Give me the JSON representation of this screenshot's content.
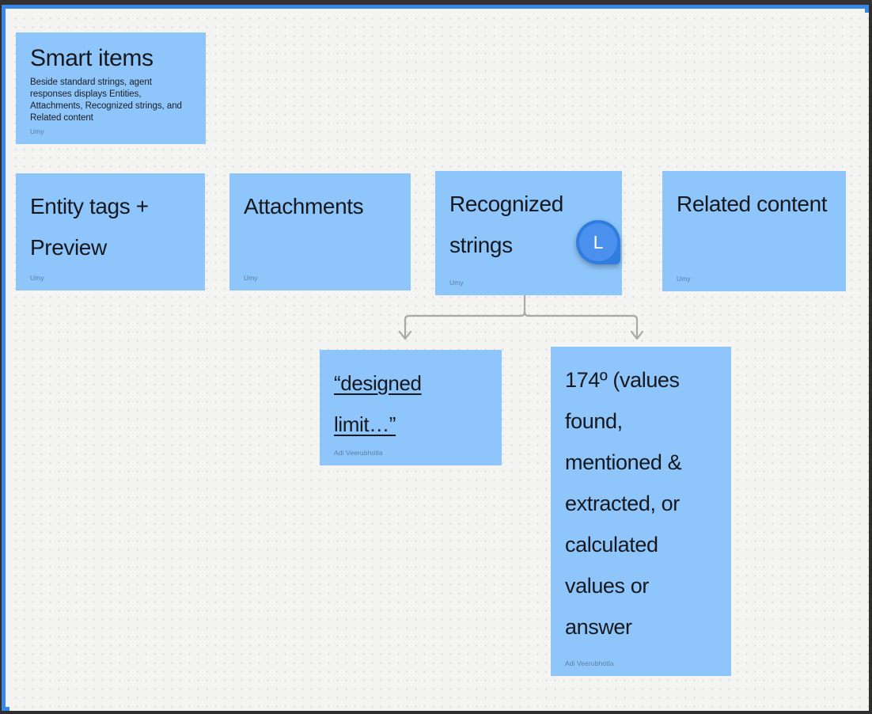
{
  "app": {
    "canvas_background": "#f4f4f3",
    "dot_grid_color": "#dcdcdc",
    "focus_border_color": "#3b87e8",
    "card_color": "#8ec5fa",
    "card_text_color": "#16181d",
    "author_text_color": "#5c7ea4"
  },
  "cards": [
    {
      "id": "smart-items",
      "title": "Smart items",
      "subtitle": "Beside standard strings, agent responses displays Entities, Attachments, Recognized strings, and Related content",
      "author": "Umy"
    },
    {
      "id": "entity-tags",
      "title": "Entity tags + Preview",
      "author": "Umy"
    },
    {
      "id": "attachments",
      "title": "Attachments",
      "author": "Umy"
    },
    {
      "id": "recognized-strings",
      "title": "Recognized strings",
      "author": "Umy"
    },
    {
      "id": "related-content",
      "title": "Related content",
      "author": "Umy"
    },
    {
      "id": "designed-limit",
      "title": "“designed limit…”",
      "author": "Adi Veerubhotla"
    },
    {
      "id": "values-174",
      "title": "174º (values found, mentioned & extracted, or calculated values or answer",
      "author": "Adi Veerubhotla"
    }
  ],
  "collaborator": {
    "initial": "L",
    "pin_color": "#2f7de1",
    "inner_color": "#4a90ec"
  },
  "connectors": {
    "line_color": "#a8a8a8",
    "from": "recognized-strings",
    "to": [
      "designed-limit",
      "values-174"
    ]
  }
}
